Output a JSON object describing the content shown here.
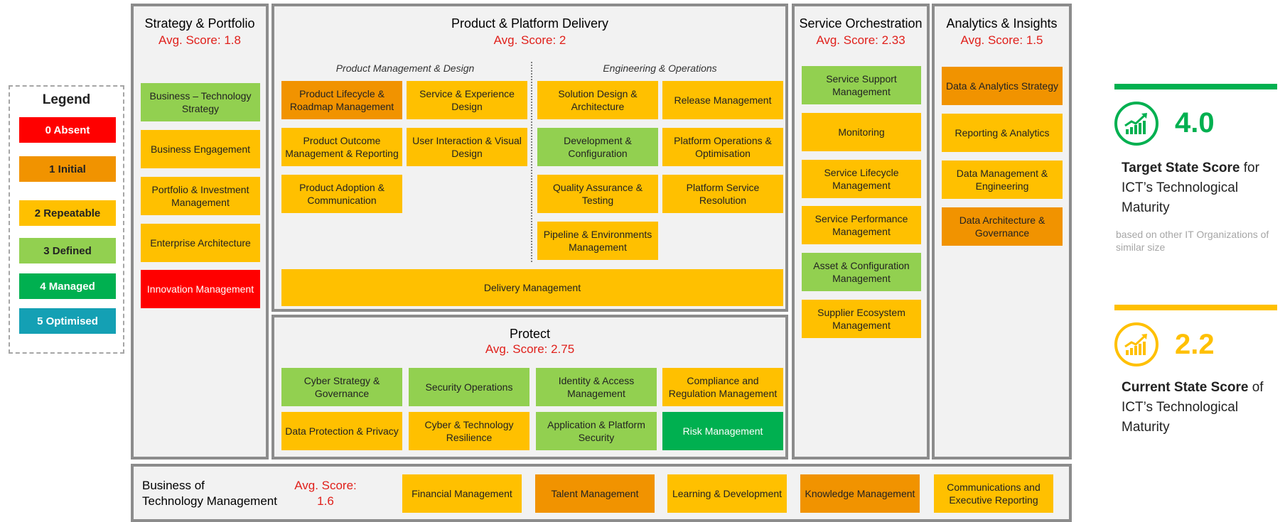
{
  "legend": {
    "title": "Legend",
    "items": [
      {
        "label": "0 Absent"
      },
      {
        "label": "1 Initial"
      },
      {
        "label": "2 Repeatable"
      },
      {
        "label": "3 Defined"
      },
      {
        "label": "4 Managed"
      },
      {
        "label": "5 Optimised"
      }
    ]
  },
  "strategy": {
    "title": "Strategy & Portfolio",
    "score": "Avg. Score: 1.8",
    "capabilities": [
      {
        "label": "Business – Technology Strategy",
        "level": 3
      },
      {
        "label": "Business Engagement",
        "level": 2
      },
      {
        "label": "Portfolio & Investment Management",
        "level": 2
      },
      {
        "label": "Enterprise Architecture",
        "level": 2
      },
      {
        "label": "Innovation Management",
        "level": 0
      }
    ]
  },
  "product": {
    "title": "Product & Platform Delivery",
    "score": "Avg. Score: 2",
    "left_subtitle": "Product Management & Design",
    "right_subtitle": "Engineering & Operations",
    "capabilities": [
      {
        "label": "Product Lifecycle & Roadmap Management",
        "level": 1
      },
      {
        "label": "Service & Experience Design",
        "level": 2
      },
      {
        "label": "Product Outcome Management & Reporting",
        "level": 2
      },
      {
        "label": "User Interaction & Visual Design",
        "level": 2
      },
      {
        "label": "Product Adoption & Communication",
        "level": 2
      },
      {
        "label": "Solution Design & Architecture",
        "level": 2
      },
      {
        "label": "Release Management",
        "level": 2
      },
      {
        "label": "Development & Configuration",
        "level": 3
      },
      {
        "label": "Platform Operations & Optimisation",
        "level": 2
      },
      {
        "label": "Quality Assurance & Testing",
        "level": 2
      },
      {
        "label": "Platform Service Resolution",
        "level": 2
      },
      {
        "label": "Pipeline & Environments Management",
        "level": 2
      },
      {
        "label": "Delivery Management",
        "level": 2
      }
    ]
  },
  "protect": {
    "title": "Protect",
    "score": "Avg. Score: 2.75",
    "capabilities": [
      {
        "label": "Cyber Strategy & Governance",
        "level": 3
      },
      {
        "label": "Security Operations",
        "level": 3
      },
      {
        "label": "Identity & Access Management",
        "level": 3
      },
      {
        "label": "Compliance and Regulation Management",
        "level": 2
      },
      {
        "label": "Data Protection & Privacy",
        "level": 2
      },
      {
        "label": "Cyber & Technology Resilience",
        "level": 2
      },
      {
        "label": "Application & Platform Security",
        "level": 3
      },
      {
        "label": "Risk Management",
        "level": 4
      }
    ]
  },
  "service": {
    "title": "Service Orchestration",
    "score": "Avg. Score: 2.33",
    "capabilities": [
      {
        "label": "Service Support Management",
        "level": 3
      },
      {
        "label": "Monitoring",
        "level": 2
      },
      {
        "label": "Service Lifecycle Management",
        "level": 2
      },
      {
        "label": "Service Performance Management",
        "level": 2
      },
      {
        "label": "Asset & Configuration Management",
        "level": 3
      },
      {
        "label": "Supplier Ecosystem Management",
        "level": 2
      }
    ]
  },
  "analytics": {
    "title": "Analytics & Insights",
    "score": "Avg. Score: 1.5",
    "capabilities": [
      {
        "label": "Data & Analytics Strategy",
        "level": 1
      },
      {
        "label": "Reporting & Analytics",
        "level": 2
      },
      {
        "label": "Data Management & Engineering",
        "level": 2
      },
      {
        "label": "Data Architecture & Governance",
        "level": 1
      }
    ]
  },
  "btm": {
    "title_line1": "Business of",
    "title_line2": "Technology Management",
    "score_line1": "Avg. Score:",
    "score_line2": "1.6",
    "capabilities": [
      {
        "label": "Financial Management",
        "level": 2
      },
      {
        "label": "Talent Management",
        "level": 1
      },
      {
        "label": "Learning & Development",
        "level": 2
      },
      {
        "label": "Knowledge Management",
        "level": 1
      },
      {
        "label": "Communications and Executive Reporting",
        "level": 2
      }
    ]
  },
  "target": {
    "value": "4.0",
    "desc_bold": "Target State Score",
    "desc_rest": " for ICT’s Technological Maturity",
    "note": "based on other IT Organizations of similar size",
    "color": "#00b050",
    "icon": "growth-chart-icon"
  },
  "current": {
    "value": "2.2",
    "desc_bold": "Current State Score",
    "desc_rest": "  of ICT’s Technological Maturity",
    "color": "#ffc000",
    "icon": "growth-chart-icon"
  },
  "level_colors": {
    "0": "#ff0000",
    "1": "#f19300",
    "2": "#ffc000",
    "3": "#92d050",
    "4": "#00b050",
    "5": "#14a0b4"
  }
}
